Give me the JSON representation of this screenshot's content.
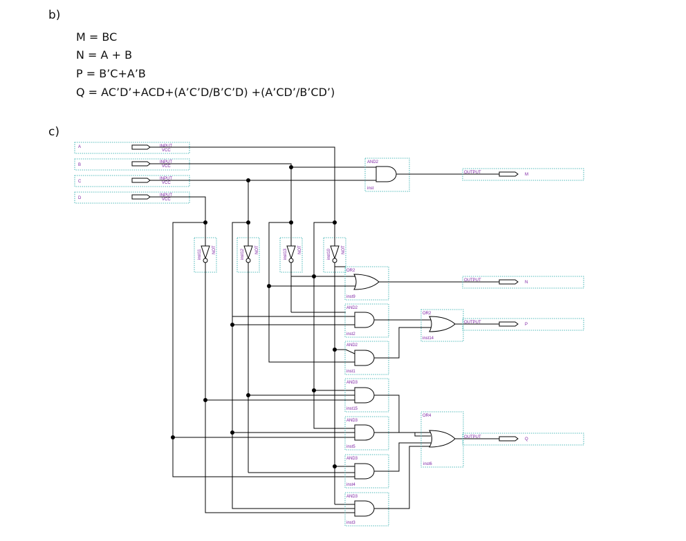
{
  "section_b": {
    "label": "b)",
    "equations": [
      "M = BC",
      "N = A + B",
      "P = B’C+A’B",
      "Q = AC’D’+ACD+(A’C’D/B’C’D) +(A’CD’/B’CD’)"
    ]
  },
  "section_c": {
    "label": "c)",
    "inputs": [
      {
        "name": "A",
        "type": "INPUT",
        "default": "VCC"
      },
      {
        "name": "B",
        "type": "INPUT",
        "default": "VCC"
      },
      {
        "name": "C",
        "type": "INPUT",
        "default": "VCC"
      },
      {
        "name": "D",
        "type": "INPUT",
        "default": "VCC"
      }
    ],
    "outputs": [
      {
        "name": "M",
        "type": "OUTPUT"
      },
      {
        "name": "N",
        "type": "OUTPUT"
      },
      {
        "name": "P",
        "type": "OUTPUT"
      },
      {
        "name": "Q",
        "type": "OUTPUT"
      }
    ],
    "not_gates": [
      {
        "type": "NOT",
        "inst": "inst11"
      },
      {
        "type": "NOT",
        "inst": "inst12"
      },
      {
        "type": "NOT",
        "inst": "inst13"
      },
      {
        "type": "NOT",
        "inst": "inst10"
      }
    ],
    "gates": [
      {
        "type": "AND2",
        "inst": "inst"
      },
      {
        "type": "OR2",
        "inst": "inst9"
      },
      {
        "type": "AND2",
        "inst": "inst2"
      },
      {
        "type": "AND2",
        "inst": "inst1"
      },
      {
        "type": "OR2",
        "inst": "inst14"
      },
      {
        "type": "AND3",
        "inst": "inst15"
      },
      {
        "type": "AND3",
        "inst": "inst5"
      },
      {
        "type": "AND3",
        "inst": "inst4"
      },
      {
        "type": "AND3",
        "inst": "inst3"
      },
      {
        "type": "OR4",
        "inst": "inst6"
      }
    ]
  }
}
